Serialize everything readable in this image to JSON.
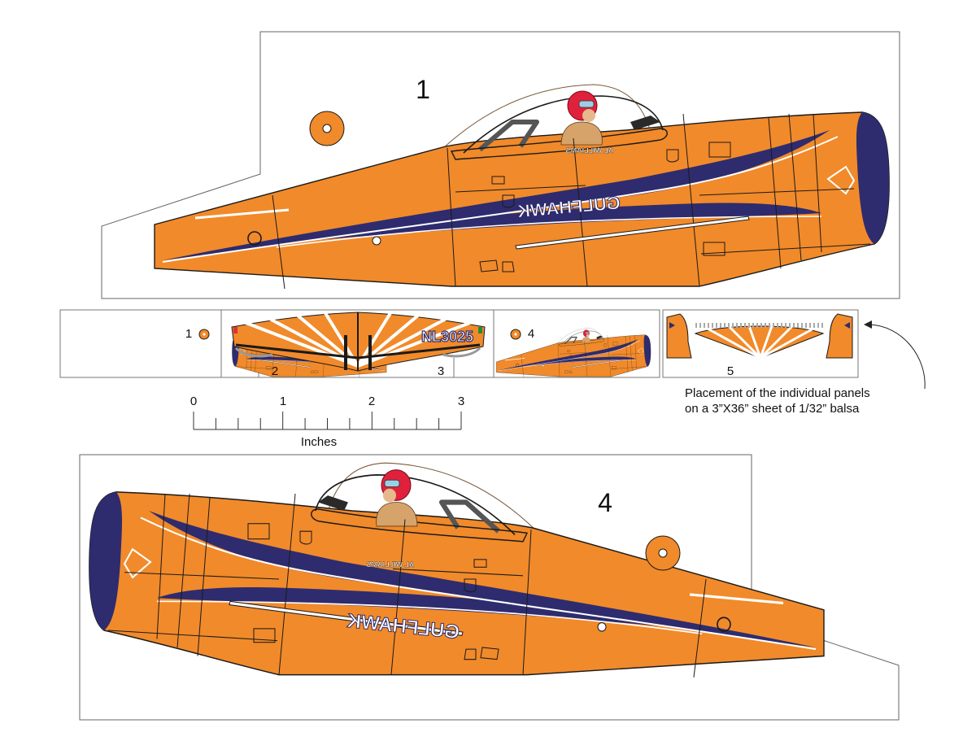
{
  "colors": {
    "fuselage_orange": "#f18a2a",
    "navy_trim": "#2e2c6e",
    "outline": "#1a1a1a",
    "helmet_red": "#e0213c",
    "background": "#ffffff"
  },
  "panels": {
    "top_label": "1",
    "bottom_label": "4",
    "strip_labels": [
      "1",
      "2",
      "3",
      "4",
      "5"
    ]
  },
  "markings": {
    "race_name": "GULFHAWK",
    "pilot_name": "AL WILLIAMS",
    "registration": "NL3025"
  },
  "scale": {
    "tick_labels": [
      "0",
      "1",
      "2",
      "3"
    ],
    "unit_label": "Inches"
  },
  "placement_note": {
    "line1": "Placement of the individual panels",
    "line2": "on a 3”X36” sheet of 1/32” balsa"
  }
}
